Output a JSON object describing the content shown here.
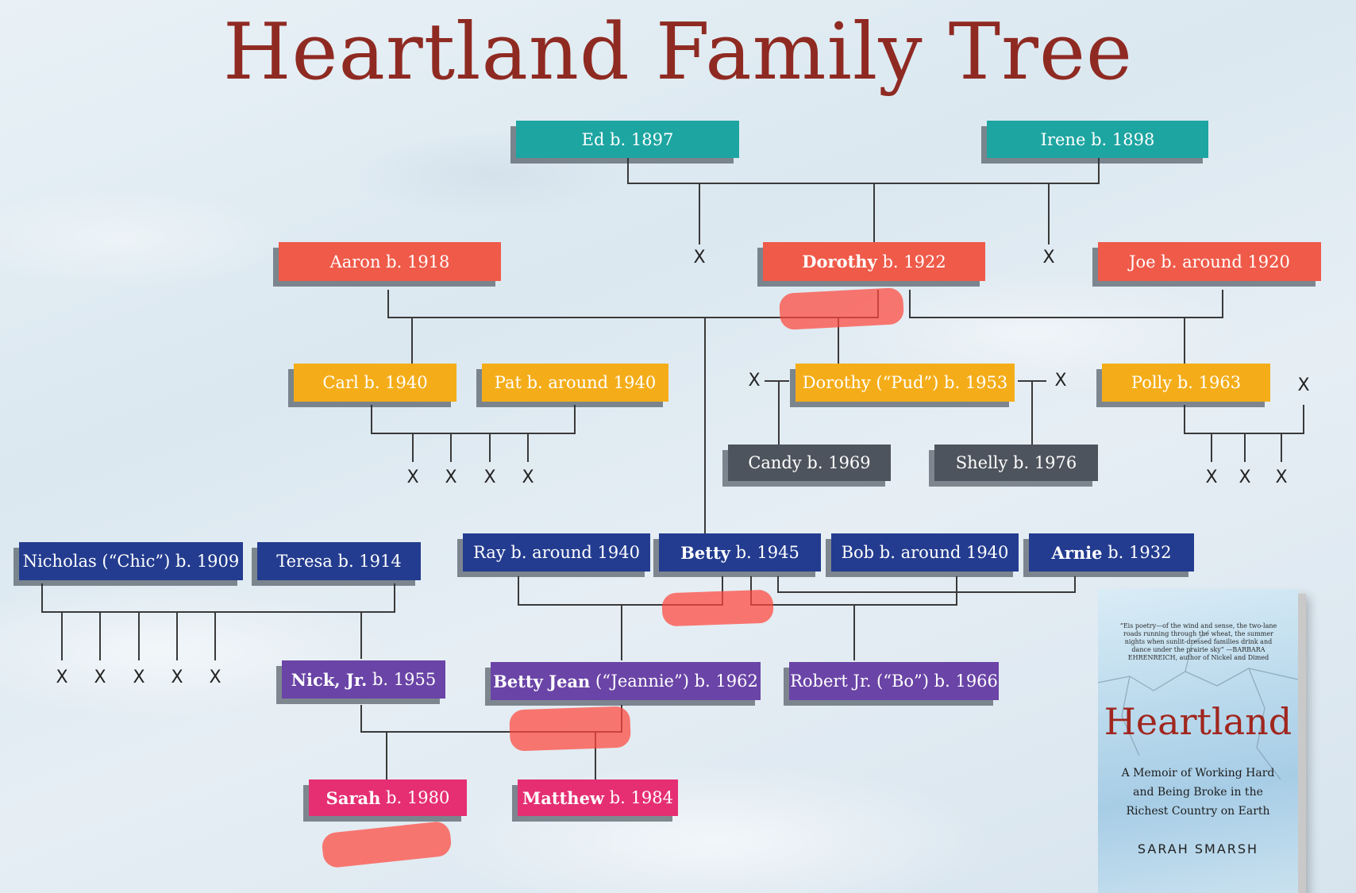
{
  "title": "Heartland Family Tree",
  "colors": {
    "title": "#8f2a22",
    "generation_1": "#1da5a1",
    "generation_2": "#ef5a49",
    "generation_3": "#f4ad19",
    "generation_4_gray": "#4e545d",
    "generation_3_navy": "#233c8f",
    "generation_4": "#6a44a6",
    "generation_5": "#e52f72",
    "highlight": "#ff463c"
  },
  "people": {
    "ed": {
      "name": "Ed",
      "born": "b. 1897"
    },
    "irene": {
      "name": "Irene",
      "born": "b. 1898"
    },
    "aaron": {
      "name": "Aaron",
      "born": "b. 1918"
    },
    "dorothy": {
      "name": "Dorothy",
      "born": "b. 1922"
    },
    "joe": {
      "name": "Joe",
      "born": "b. around 1920"
    },
    "carl": {
      "name": "Carl",
      "born": "b. 1940"
    },
    "pat": {
      "name": "Pat",
      "born": "b. around 1940"
    },
    "pud": {
      "name": "Dorothy (“Pud”)",
      "born": "b. 1953"
    },
    "polly": {
      "name": "Polly",
      "born": "b. 1963"
    },
    "candy": {
      "name": "Candy",
      "born": "b. 1969"
    },
    "shelly": {
      "name": "Shelly",
      "born": "b. 1976"
    },
    "chic": {
      "name": "Nicholas (“Chic”)",
      "born": "b. 1909"
    },
    "teresa": {
      "name": "Teresa",
      "born": "b. 1914"
    },
    "ray": {
      "name": "Ray",
      "born": "b. around 1940"
    },
    "betty": {
      "name": "Betty",
      "born": "b. 1945"
    },
    "bob": {
      "name": "Bob",
      "born": "b. around 1940"
    },
    "arnie": {
      "name": "Arnie",
      "born": "b. 1932"
    },
    "nick": {
      "name": "Nick, Jr.",
      "born": "b. 1955"
    },
    "jeannie": {
      "name": "Betty Jean",
      "name_rest": "(“Jeannie”)",
      "born": "b. 1962"
    },
    "bo": {
      "name": "Robert Jr. (“Bo”)",
      "born": "b. 1966"
    },
    "sarah": {
      "name": "Sarah",
      "born": "b. 1980"
    },
    "matthew": {
      "name": "Matthew",
      "born": "b. 1984"
    }
  },
  "unnamed_marker": "X",
  "book": {
    "quote": "“Eis poetry—of the wind and sense, the two-lane roads running through the wheat, the summer nights when sunlit-dressed families drink and dance under the prairie sky” —BARBARA EHRENREICH, author of Nickel and Dimed",
    "title": "Heartland",
    "subtitle": "A Memoir of Working Hard and Being Broke in the Richest Country on Earth",
    "author": "SARAH SMARSH"
  }
}
